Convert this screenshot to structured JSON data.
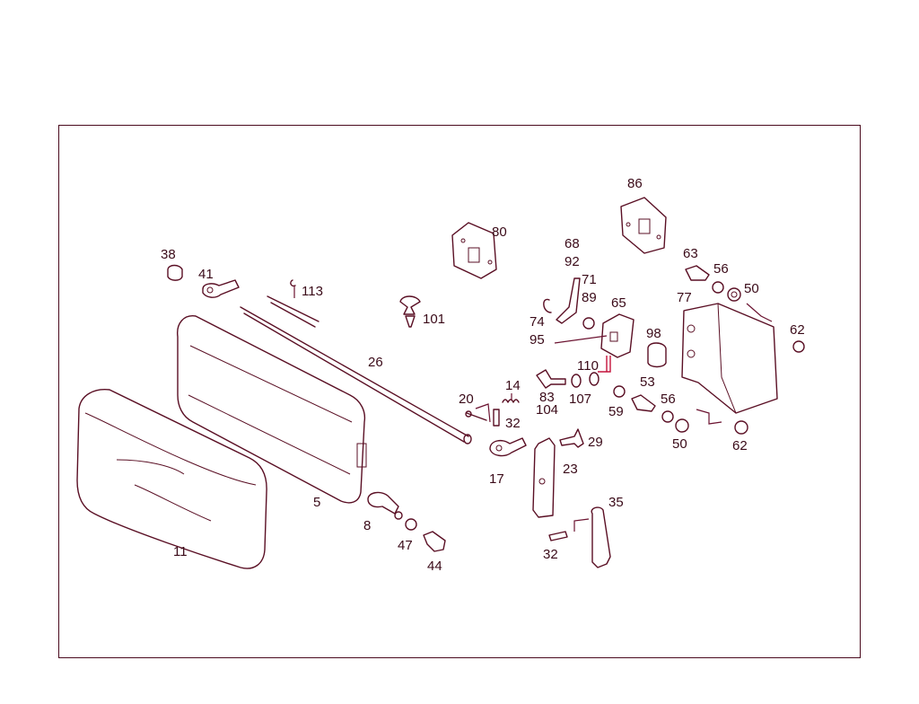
{
  "labels": {
    "l38": "38",
    "l41": "41",
    "l113": "113",
    "l101": "101",
    "l26": "26",
    "l80": "80",
    "l86": "86",
    "l68": "68",
    "l92": "92",
    "l71": "71",
    "l89": "89",
    "l74": "74",
    "l95": "95",
    "l65": "65",
    "l63": "63",
    "l56a": "56",
    "l50a": "50",
    "l77": "77",
    "l62a": "62",
    "l98": "98",
    "l110": "110",
    "l14": "14",
    "l20": "20",
    "l32a": "32",
    "l83": "83",
    "l104": "104",
    "l107": "107",
    "l59": "59",
    "l53": "53",
    "l56b": "56",
    "l50b": "50",
    "l62b": "62",
    "l17": "17",
    "l29": "29",
    "l23": "23",
    "l5": "5",
    "l8": "8",
    "l47": "47",
    "l44": "44",
    "l11": "11",
    "l35": "35",
    "l32b": "32"
  },
  "colors": {
    "line": "#5a0f24",
    "frame": "#4a0a1e",
    "accent_leader": "#c4143c"
  }
}
